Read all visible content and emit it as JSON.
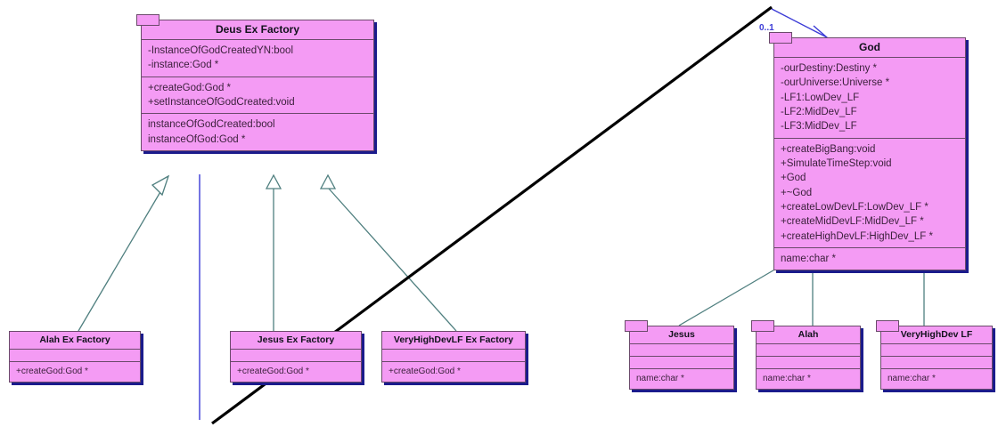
{
  "diagram": {
    "type": "uml-class-diagram",
    "colors": {
      "class_fill": "#f49bf4",
      "class_border": "#6b4a6b",
      "class_shadow": "#1b1b8c",
      "inheritance_line": "#4f7f7f",
      "association_line": "#3a3ad6",
      "annotation_line": "#000000",
      "multiplicity_text": "#3a3ad6"
    }
  },
  "classes": {
    "deus_ex_factory": {
      "name": "Deus Ex Factory",
      "attributes": [
        "-InstanceOfGodCreatedYN:bool",
        "-instance:God *"
      ],
      "operations": [
        "+createGod:God *",
        "+setInstanceOfGodCreated:void"
      ],
      "extra": [
        "instanceOfGodCreated:bool",
        "instanceOfGod:God *"
      ]
    },
    "god": {
      "name": "God",
      "attributes": [
        "-ourDestiny:Destiny *",
        "-ourUniverse:Universe *",
        "-LF1:LowDev_LF",
        "-LF2:MidDev_LF",
        "-LF3:MidDev_LF"
      ],
      "operations": [
        "+createBigBang:void",
        "+SimulateTimeStep:void",
        "+God",
        "+~God",
        "+createLowDevLF:LowDev_LF *",
        "+createMidDevLF:MidDev_LF *",
        "+createHighDevLF:HighDev_LF *"
      ],
      "extra": [
        "name:char *"
      ]
    },
    "alah_ex_factory": {
      "name": "Alah Ex Factory",
      "attributes": [],
      "operations": [
        "+createGod:God *"
      ]
    },
    "jesus_ex_factory": {
      "name": "Jesus Ex Factory",
      "attributes": [],
      "operations": [
        "+createGod:God *"
      ]
    },
    "veryhighdevlf_ex_factory": {
      "name": "VeryHighDevLF Ex Factory",
      "attributes": [],
      "operations": [
        "+createGod:God *"
      ]
    },
    "jesus": {
      "name": "Jesus",
      "attributes": [],
      "operations": [],
      "extra": [
        "name:char *"
      ]
    },
    "alah": {
      "name": "Alah",
      "attributes": [],
      "operations": [],
      "extra": [
        "name:char *"
      ]
    },
    "veryhighdev_lf": {
      "name": "VeryHighDev LF",
      "attributes": [],
      "operations": [],
      "extra": [
        "name:char *"
      ]
    }
  },
  "relationships": {
    "association_multiplicity": "0..1",
    "generalizations": [
      {
        "from": "alah_ex_factory",
        "to": "deus_ex_factory"
      },
      {
        "from": "jesus_ex_factory",
        "to": "deus_ex_factory"
      },
      {
        "from": "veryhighdevlf_ex_factory",
        "to": "deus_ex_factory"
      },
      {
        "from": "jesus",
        "to": "god"
      },
      {
        "from": "alah",
        "to": "god"
      },
      {
        "from": "veryhighdev_lf",
        "to": "god"
      }
    ],
    "associations": [
      {
        "from": "deus_ex_factory",
        "to": "god",
        "multiplicity": "0..1"
      }
    ]
  }
}
